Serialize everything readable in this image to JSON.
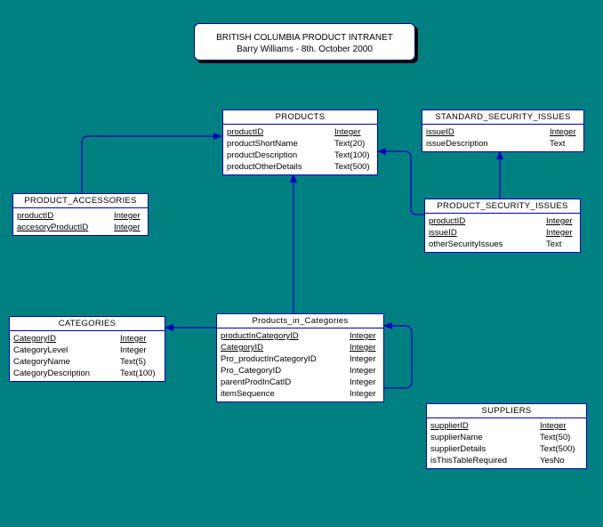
{
  "title": {
    "line1": "BRITISH COLUMBIA PRODUCT INTRANET",
    "line2": "Barry Williams - 8th. October 2000"
  },
  "colors": {
    "background": "#008080",
    "line": "#0000c0"
  },
  "entities": {
    "products": {
      "name": "PRODUCTS",
      "fields": [
        [
          "productID",
          "Integer"
        ],
        [
          "productShortName",
          "Text(20)"
        ],
        [
          "productDescription",
          "Text(100)"
        ],
        [
          "productOtherDetails",
          "Text(500)"
        ]
      ]
    },
    "standard_security_issues": {
      "name": "STANDARD_SECURITY_ISSUES",
      "fields": [
        [
          "issueID",
          "Integer"
        ],
        [
          "issueDescription",
          "Text"
        ]
      ]
    },
    "product_accessories": {
      "name": "PRODUCT_ACCESSORIES",
      "fields": [
        [
          "productID",
          "Integer"
        ],
        [
          "accesoryProductID",
          "Integer"
        ]
      ]
    },
    "product_security_issues": {
      "name": "PRODUCT_SECURITY_ISSUES",
      "fields": [
        [
          "productID",
          "Integer"
        ],
        [
          "issueID",
          "Integer"
        ],
        [
          "otherSecurityIssues",
          "Text"
        ]
      ]
    },
    "categories": {
      "name": "CATEGORIES",
      "fields": [
        [
          "CategoryID",
          "Integer"
        ],
        [
          "CategoryLevel",
          "Integer"
        ],
        [
          "CategoryName",
          "Text(5)"
        ],
        [
          "CategoryDescription",
          "Text(100)"
        ]
      ]
    },
    "products_in_categories": {
      "name": "Products_in_Categories",
      "fields": [
        [
          "productInCategoryID",
          "Integer"
        ],
        [
          "CategoryID",
          "Integer"
        ],
        [
          "Pro_productInCategoryID",
          "Integer"
        ],
        [
          "Pro_CategoryID",
          "Integer"
        ],
        [
          "parentProdInCatID",
          "Integer"
        ],
        [
          "itemSequence",
          "Integer"
        ]
      ]
    },
    "suppliers": {
      "name": "SUPPLIERS",
      "fields": [
        [
          "supplierID",
          "Integer"
        ],
        [
          "supplierName",
          "Text(50)"
        ],
        [
          "supplierDetails",
          "Text(500)"
        ],
        [
          "isThisTableRequired",
          "YesNo"
        ]
      ]
    }
  }
}
